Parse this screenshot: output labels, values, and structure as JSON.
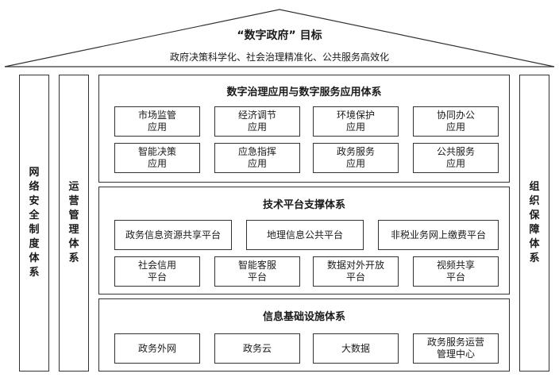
{
  "roof": {
    "title": "“数字政府” 目标",
    "subtitle": "政府决策科学化、社会治理精准化、公共服务高效化"
  },
  "left_pillars": [
    {
      "label": "网络安全制度体系"
    },
    {
      "label": "运营管理体系"
    }
  ],
  "right_pillar": {
    "label": "组织保障体系"
  },
  "layers": [
    {
      "title": "数字治理应用与数字服务应用体系",
      "rows": [
        [
          "市场监管\n应用",
          "经济调节\n应用",
          "环境保护\n应用",
          "协同办公\n应用"
        ],
        [
          "智能决策\n应用",
          "应急指挥\n应用",
          "政务服务\n应用",
          "公共服务\n应用"
        ]
      ]
    },
    {
      "title": "技术平台支撑体系",
      "rows": [
        [
          "政务信息资源共享平台",
          "地理信息公共平台",
          "非税业务网上缴费平台"
        ],
        [
          "社会信用\n平台",
          "智能客服\n平台",
          "数据对外开放\n平台",
          "视频共享\n平台"
        ]
      ]
    },
    {
      "title": "信息基础设施体系",
      "rows": [
        [
          "政务外网",
          "政务云",
          "大数据",
          "政务服务运营\n管理中心"
        ]
      ]
    }
  ]
}
